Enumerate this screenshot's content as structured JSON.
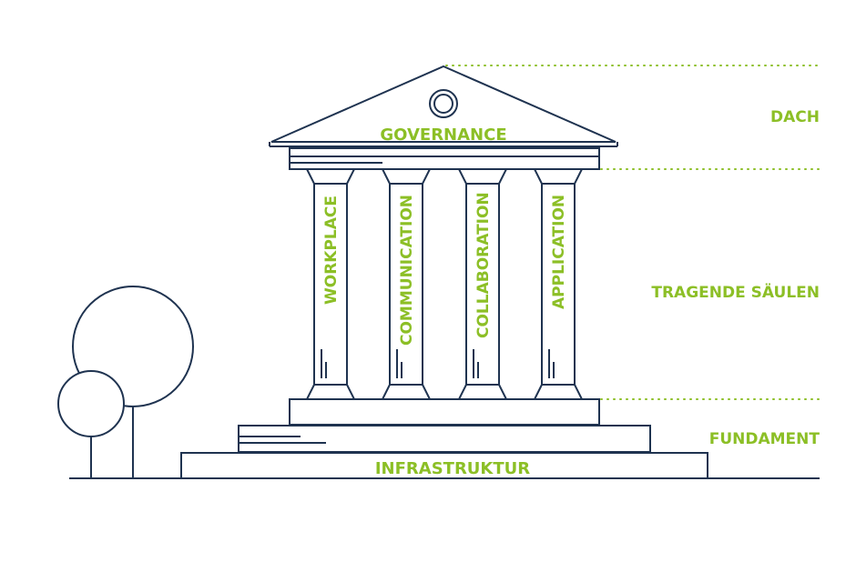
{
  "colors": {
    "line": "#1f3350",
    "accent": "#8cbf26",
    "background": "#ffffff"
  },
  "roof": {
    "label": "GOVERNANCE"
  },
  "pillars": [
    {
      "label": "WORKPLACE"
    },
    {
      "label": "COMMUNICATION"
    },
    {
      "label": "COLLABORATION"
    },
    {
      "label": "APPLICATION"
    }
  ],
  "foundation": {
    "label": "INFRASTRUKTUR"
  },
  "levels": {
    "roof": "DACH",
    "pillars": "TRAGENDE SÄULEN",
    "foundation": "FUNDAMENT"
  },
  "icons": [
    "circle-window-icon",
    "tree-icon"
  ]
}
